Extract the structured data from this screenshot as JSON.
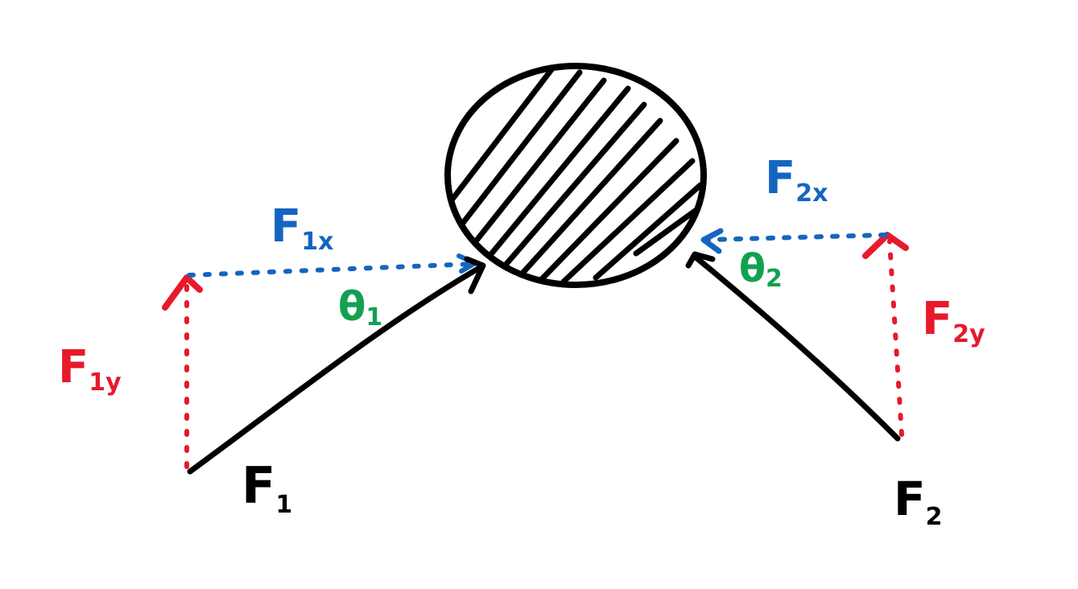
{
  "colors": {
    "force": "#000000",
    "x_component": "#1565c0",
    "y_component": "#e8192c",
    "angle": "#12a150"
  },
  "object": {
    "fill_pattern": "diagonal-hatch"
  },
  "labels": {
    "f1": {
      "main": "F",
      "sub": "1"
    },
    "f2": {
      "main": "F",
      "sub": "2"
    },
    "f1x": {
      "main": "F",
      "sub": "1x"
    },
    "f1y": {
      "main": "F",
      "sub": "1y"
    },
    "f2x": {
      "main": "F",
      "sub": "2x"
    },
    "f2y": {
      "main": "F",
      "sub": "2y"
    },
    "theta1": {
      "main": "θ",
      "sub": "1"
    },
    "theta2": {
      "main": "θ",
      "sub": "2"
    }
  }
}
